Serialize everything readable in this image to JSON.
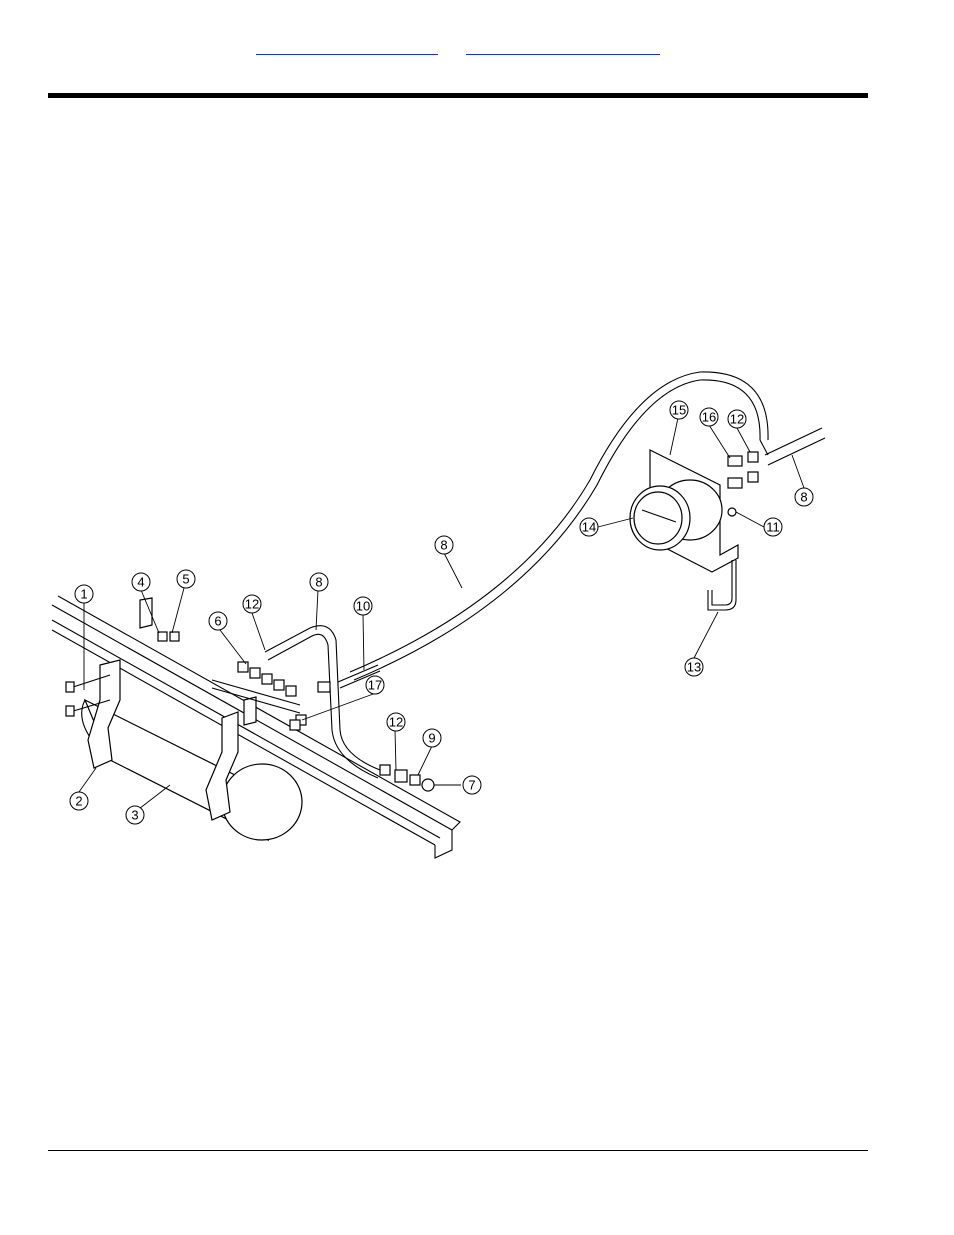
{
  "header": {
    "links": [
      "",
      ""
    ]
  },
  "callouts": [
    {
      "id": "c1",
      "label": "1"
    },
    {
      "id": "c2",
      "label": "2"
    },
    {
      "id": "c3",
      "label": "3"
    },
    {
      "id": "c4",
      "label": "4"
    },
    {
      "id": "c5",
      "label": "5"
    },
    {
      "id": "c6",
      "label": "6"
    },
    {
      "id": "c7",
      "label": "7"
    },
    {
      "id": "c8a",
      "label": "8"
    },
    {
      "id": "c8b",
      "label": "8"
    },
    {
      "id": "c8c",
      "label": "8"
    },
    {
      "id": "c9",
      "label": "9"
    },
    {
      "id": "c10",
      "label": "10"
    },
    {
      "id": "c11",
      "label": "11"
    },
    {
      "id": "c12a",
      "label": "12"
    },
    {
      "id": "c12b",
      "label": "12"
    },
    {
      "id": "c12c",
      "label": "12"
    },
    {
      "id": "c13",
      "label": "13"
    },
    {
      "id": "c14",
      "label": "14"
    },
    {
      "id": "c15",
      "label": "15"
    },
    {
      "id": "c16",
      "label": "16"
    },
    {
      "id": "c17",
      "label": "17"
    }
  ]
}
